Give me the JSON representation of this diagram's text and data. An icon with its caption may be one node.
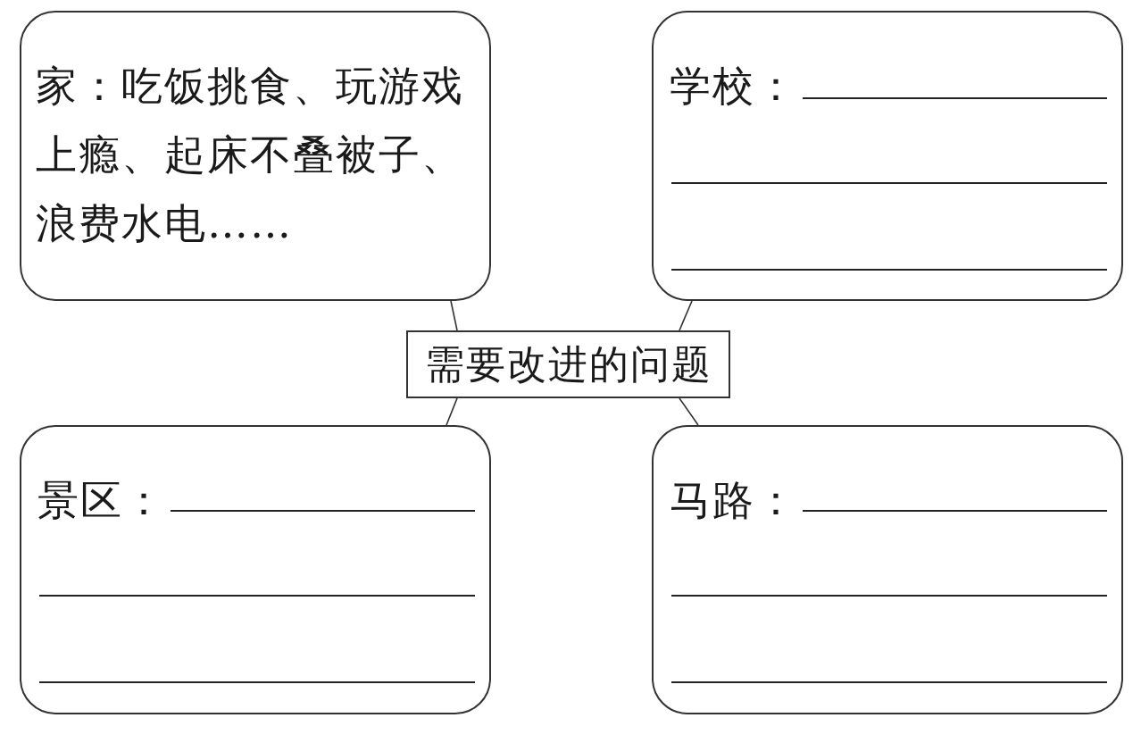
{
  "diagram": {
    "nodes": [
      {
        "text": [
          "家：吃饭挑食、玩游戏上瘾、起床不叠被子、浪费水电……"
        ]
      },
      {
        "text": [
          "学校："
        ]
      },
      {
        "text": [
          "需要改进的问题"
        ]
      },
      {
        "text": [
          "景区："
        ]
      },
      {
        "text": [
          "马路："
        ]
      }
    ],
    "edges": [
      {
        "from": 2,
        "to": 0,
        "arrow": "none"
      },
      {
        "from": 2,
        "to": 1,
        "arrow": "none"
      },
      {
        "from": 2,
        "to": 3,
        "arrow": "none"
      },
      {
        "from": 2,
        "to": 4,
        "arrow": "none"
      }
    ]
  }
}
